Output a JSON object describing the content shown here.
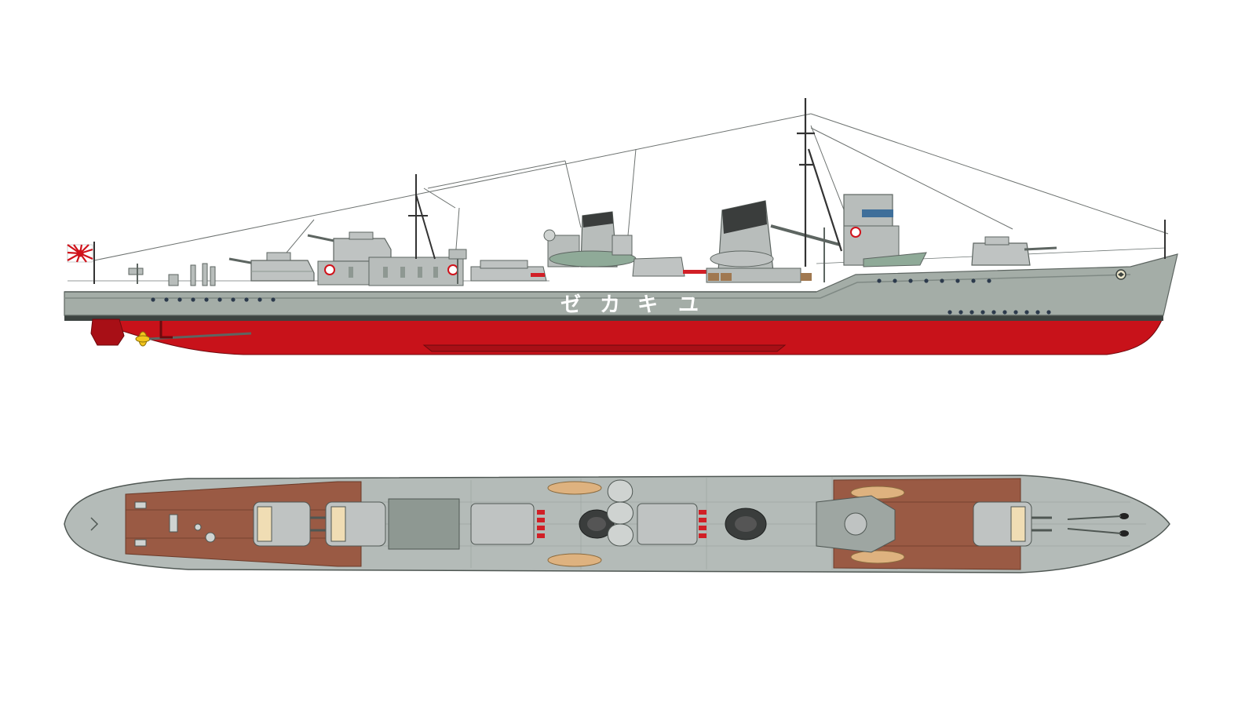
{
  "hull_name_reading": "ユキカゼ",
  "hull_name_glyphs": [
    "ゼ",
    "カ",
    "キ",
    "ユ"
  ],
  "colors": {
    "background": "#ffffff",
    "hull_grey": "#a4ada7",
    "hull_grey_dark": "#8e9892",
    "superstructure_grey": "#b8bdbb",
    "turret_grey": "#bfc3c2",
    "boot_topping": "#3c4340",
    "antifouling_red": "#c8121a",
    "antifouling_red_dark": "#8e0a10",
    "deck_linoleum": "#9a5a44",
    "deck_steel": "#b4bbb8",
    "funnel_cap": "#3a3d3c",
    "lifeboat_tan": "#deb27f",
    "propeller_yellow": "#f2c51d",
    "torpedo_red": "#d11f26",
    "flag_red": "#d0121b",
    "rigging": "#6d7270",
    "name_white": "#ffffff"
  },
  "icons": [
    "rising-sun-ensign-icon",
    "propeller-icon",
    "rudder-icon",
    "chrysanthemum-crest-icon",
    "anchor-icon",
    "lifebuoy-icon"
  ]
}
